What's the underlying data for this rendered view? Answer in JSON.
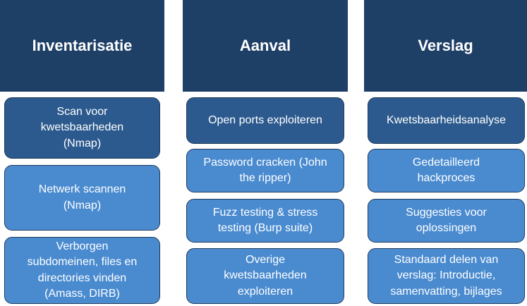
{
  "columns": [
    {
      "title": "Inventarisatie",
      "items": [
        "Scan voor\nkwetsbaarheden\n(Nmap)",
        "Netwerk scannen\n(Nmap)",
        "Verborgen\nsubdomeinen, files en\ndirectories vinden\n(Amass, DIRB)"
      ]
    },
    {
      "title": "Aanval",
      "items": [
        "Open ports exploiteren",
        "Password cracken (John\nthe ripper)",
        "Fuzz testing & stress\ntesting (Burp suite)",
        "Overige\nkwetsbaarheden\nexploiteren"
      ]
    },
    {
      "title": "Verslag",
      "items": [
        "Kwetsbaarheidsanalyse",
        "Gedetailleerd\nhackproces",
        "Suggesties voor\noplossingen",
        "Standaard delen van\nverslag: Introductie,\nsamenvatting, bijlages"
      ]
    }
  ],
  "colors": {
    "header": "#1e3f66",
    "card_dark": "#2c5a8e",
    "card_light": "#4a8bd0"
  }
}
